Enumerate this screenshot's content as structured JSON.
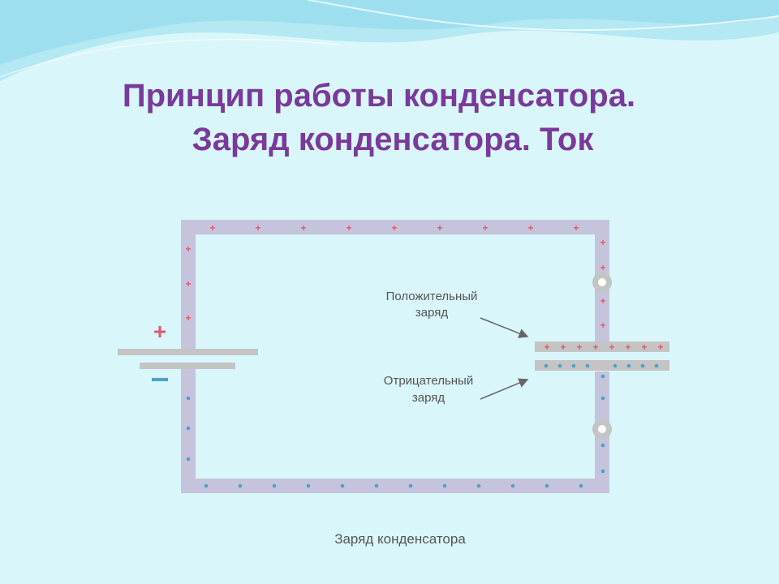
{
  "slide": {
    "title_line1": "Принцип работы конденсатора.",
    "title_line2": "Заряд конденсатора. Ток"
  },
  "diagram": {
    "battery_plus": "+",
    "battery_minus": "−",
    "label_positive_line1": "Положительный",
    "label_positive_line2": "заряд",
    "label_negative_line1": "Отрицательный",
    "label_negative_line2": "заряд",
    "caption": "Заряд конденсатора",
    "charge_plus_symbol": "+"
  },
  "colors": {
    "background": "#d9f6fb",
    "title": "#7a3a9a",
    "wire": "#c6c3dc",
    "plate": "#c4c4c4",
    "positive_charge": "#e05a6a",
    "negative_charge": "#4aa3c8",
    "wave_light": "#b4e8f3",
    "wave_mid": "#8fd9ec"
  }
}
